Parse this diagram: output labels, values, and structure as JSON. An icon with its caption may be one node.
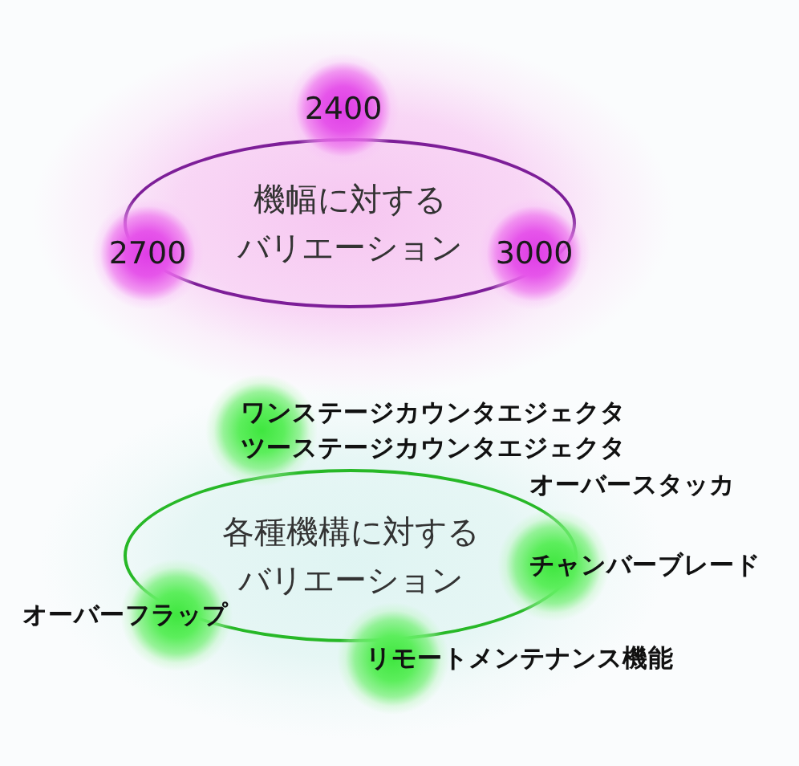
{
  "diagram": {
    "nodes": [
      {
        "text": [
          "機幅に対するバリエーション"
        ]
      },
      {
        "text": [
          "2400"
        ]
      },
      {
        "text": [
          "2700"
        ]
      },
      {
        "text": [
          "3000"
        ]
      },
      {
        "text": [
          "各種機構に対するバリエーション"
        ]
      },
      {
        "text": [
          "ワンステージカウンタエジェクタ",
          "ツーステージカウンタエジェクタ"
        ]
      },
      {
        "text": [
          "チャンバーブレード"
        ]
      },
      {
        "text": [
          "オーバーフラップ"
        ]
      },
      {
        "text": [
          "リモートメンテナンス機能"
        ]
      }
    ],
    "labels": [
      "オーバースタッカ"
    ]
  }
}
